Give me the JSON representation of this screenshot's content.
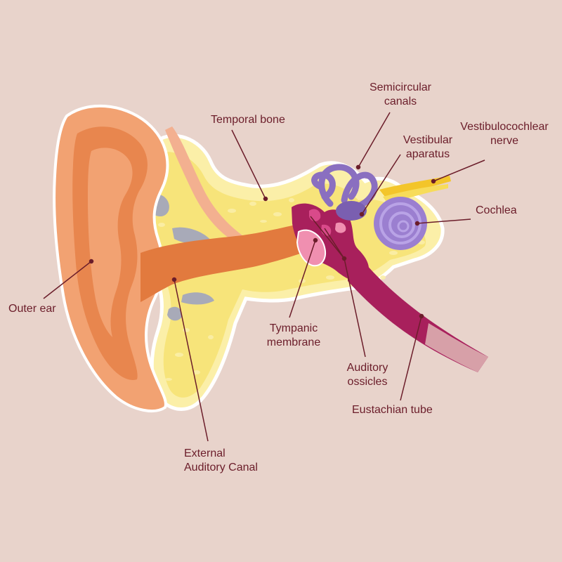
{
  "diagram": {
    "labels": {
      "semicircular_canals": [
        "Semicircular",
        "canals"
      ],
      "temporal_bone": [
        "Temporal bone"
      ],
      "vestibulocochlear_nerve": [
        "Vestibulocochlear",
        "nerve"
      ],
      "vestibular_apparatus": [
        "Vestibular",
        "aparatus"
      ],
      "cochlea": [
        "Cochlea"
      ],
      "outer_ear": [
        "Outer ear"
      ],
      "tympanic_membrane": [
        "Tympanic",
        "membrane"
      ],
      "auditory_ossicles": [
        "Auditory",
        "ossicles"
      ],
      "eustachian_tube": [
        "Eustachian tube"
      ],
      "external_auditory_canal": [
        "External",
        "Auditory Canal"
      ]
    },
    "colors": {
      "background": "#e8d3cb",
      "label_text": "#6b1d2a",
      "leader_line": "#6b1d2a",
      "outer_ear": "#f2a272",
      "outer_ear_dark": "#e8864e",
      "bone": "#f7e47a",
      "bone_light": "#fbefa8",
      "bone_outline": "#ffffff",
      "gray_cavity": "#a8aab8",
      "canal": "#e27a3e",
      "middle_ear": "#a8205c",
      "tympanic": "#f08fb0",
      "inner_ear_purple": "#8a6fc0",
      "cochlea": "#9b7fd0",
      "nerve": "#f3c52a",
      "eustachian_light": "#d7a0a8"
    }
  }
}
